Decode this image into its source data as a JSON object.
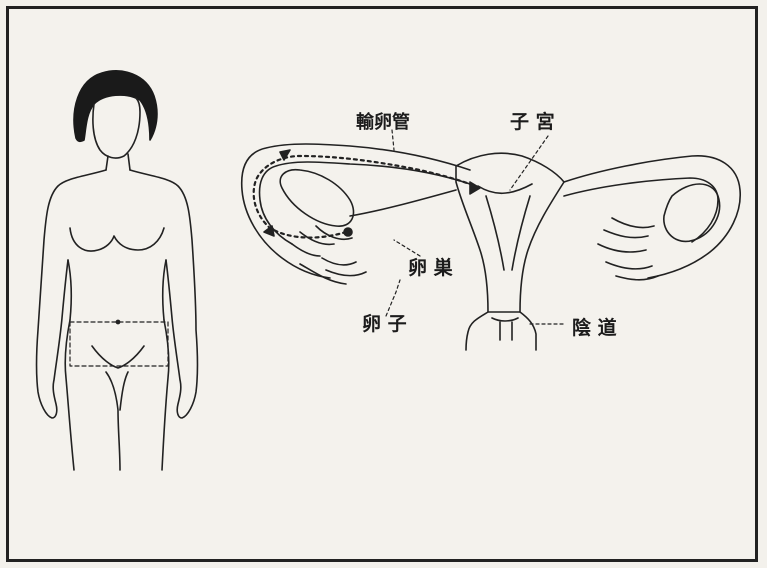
{
  "labels": {
    "fallopian_tube": "輸卵管",
    "uterus": "子 宮",
    "ovary": "卵 巣",
    "egg": "卵 子",
    "vagina": "陰 道"
  }
}
